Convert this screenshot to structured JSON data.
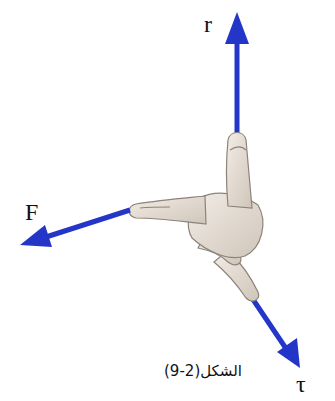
{
  "diagram": {
    "caption": "الشكل(2-9)",
    "labels": [
      "r",
      "F",
      "τ"
    ]
  }
}
